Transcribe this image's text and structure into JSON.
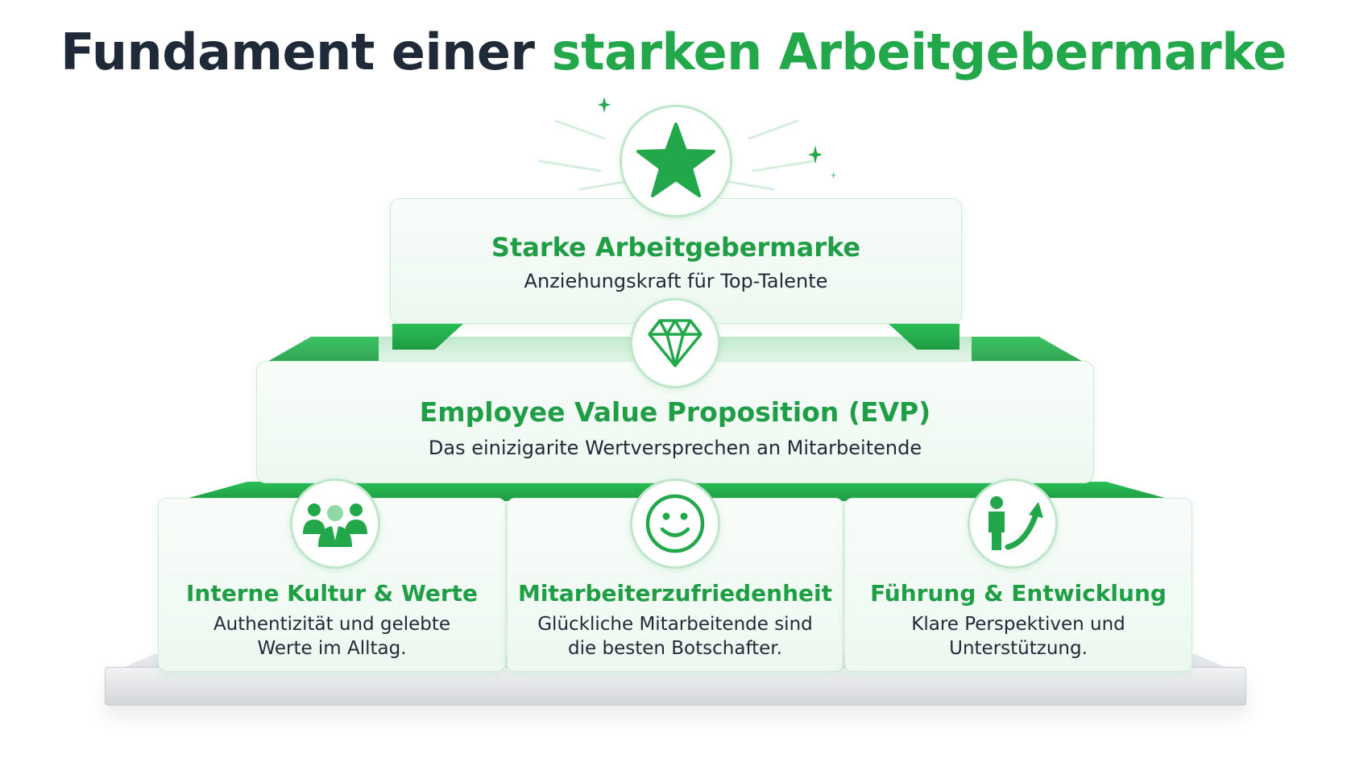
{
  "title": {
    "part1": "Fundament einer",
    "part2": "starken Arbeitgebermarke"
  },
  "colors": {
    "accent": "#22a84a",
    "text": "#1f2937",
    "tier_fill": "#eef8f1",
    "base": "#d9dcdf"
  },
  "pyramid": {
    "top": {
      "icon": "star-icon",
      "title": "Starke Arbeitgebermarke",
      "subtitle": "Anziehungskraft für Top-Talente"
    },
    "middle": {
      "icon": "diamond-icon",
      "title": "Employee Value Proposition (EVP)",
      "subtitle": "Das einizigarite Wertversprechen an Mitarbeitende"
    },
    "pillars": [
      {
        "icon": "team-icon",
        "title": "Interne Kultur & Werte",
        "line1": "Authentizität und gelebte",
        "line2": "Werte im Alltag."
      },
      {
        "icon": "smiley-icon",
        "title": "Mitarbeiterzufriedenheit",
        "line1": "Glückliche Mitarbeitende sind",
        "line2": "die besten Botschafter."
      },
      {
        "icon": "growth-person-icon",
        "title": "Führung & Entwicklung",
        "line1": "Klare Perspektiven und",
        "line2": "Unterstützung."
      }
    ]
  }
}
